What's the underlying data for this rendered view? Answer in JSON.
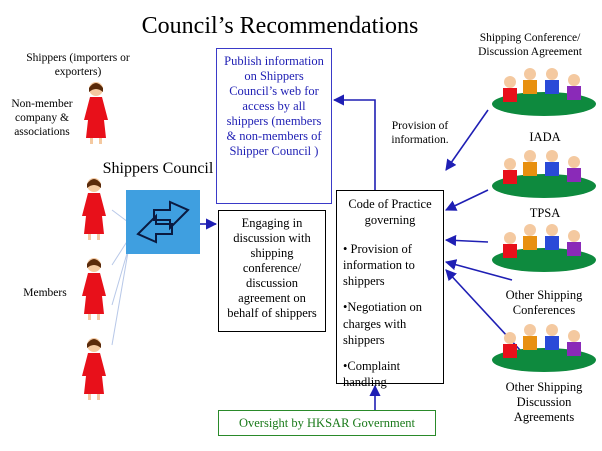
{
  "title": "Council’s Recommendations",
  "shippers_label": "Shippers (importers or exporters)",
  "nonmember_label": "Non-member company & associations",
  "council_label": "Shippers Council",
  "members_label": "Members",
  "publish_box": "Publish information on Shippers Council’s web for access by all shippers (members & non-members of Shipper Council )",
  "engage_box": "Engaging in discussion with shipping conference/ discussion agreement on behalf of shippers",
  "code_box": {
    "title": "Code of Practice governing",
    "items": [
      "• Provision of information to shippers",
      "•Negotiation  on charges with shippers",
      "•Complaint handling"
    ]
  },
  "oversight_label": "Oversight by HKSAR Government",
  "provision_label": "Provision of information.",
  "groups": [
    "Shipping Conference/ Discussion Agreement",
    "IADA",
    "TPSA",
    "Other Shipping Conferences",
    "Other Shipping Discussion Agreements"
  ],
  "colors": {
    "arrow": "#1f1fb4",
    "box_border_blue": "#3a3ac8",
    "box_border_green": "#2a8a2a",
    "dress": "#e8101a",
    "council_icon": "#3f9fe0"
  }
}
